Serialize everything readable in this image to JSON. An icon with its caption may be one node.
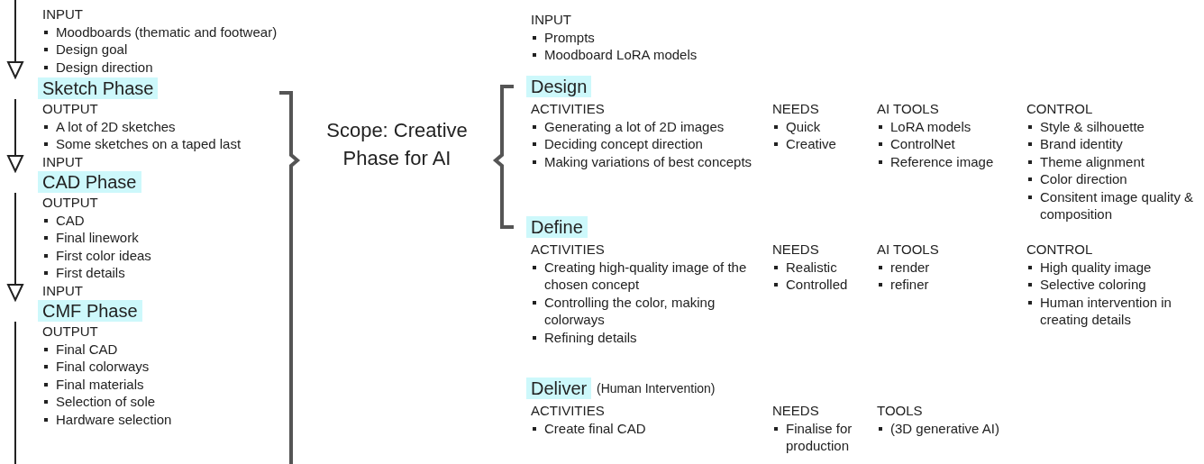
{
  "diagram": {
    "nodes": [
      {
        "text": [
          "Sketch Phase"
        ]
      },
      {
        "text": [
          "CAD Phase"
        ]
      },
      {
        "text": [
          "CMF Phase"
        ]
      },
      {
        "text": [
          "Design"
        ]
      },
      {
        "text": [
          "Define"
        ]
      },
      {
        "text": [
          "Deliver"
        ],
        "beside": [
          "(Human Intervention)"
        ]
      }
    ],
    "edges": [
      {
        "from": null,
        "to": 0,
        "arrow": "to"
      },
      {
        "from": 0,
        "to": 1,
        "arrow": "to"
      },
      {
        "from": 1,
        "to": 2,
        "arrow": "to"
      },
      {
        "from": 2,
        "to": null,
        "arrow": "none"
      }
    ],
    "labels": [
      "INPUT",
      "Moodboards (thematic and footwear)",
      "Design goal",
      "Design direction",
      "OUTPUT",
      "A lot of 2D sketches",
      "Some sketches on a taped last",
      "INPUT",
      "OUTPUT",
      "CAD",
      "Final linework",
      "First color ideas",
      "First details",
      "INPUT",
      "OUTPUT",
      "Final CAD",
      "Final colorways",
      "Final materials",
      "Selection of sole",
      "Hardware selection",
      "Scope: Creative Phase for AI",
      "INPUT",
      "Prompts",
      "Moodboard LoRA models",
      "ACTIVITIES",
      "Generating a lot of 2D images",
      "Deciding concept direction",
      "Making variations of best concepts",
      "NEEDS",
      "Quick",
      "Creative",
      "AI TOOLS",
      "LoRA models",
      "ControlNet",
      "Reference image",
      "CONTROL",
      "Style & silhouette",
      "Brand identity",
      "Theme alignment",
      "Color direction",
      "Consitent image quality & composition",
      "ACTIVITIES",
      "Creating high-quality image of the chosen concept",
      "Controlling the color, making colorways",
      "Refining details",
      "NEEDS",
      "Realistic",
      "Controlled",
      "AI TOOLS",
      "render",
      "refiner",
      "CONTROL",
      "High quality image",
      "Selective coloring",
      "Human intervention in creating details",
      "ACTIVITIES",
      "Create final CAD",
      "NEEDS",
      "Finalise for production",
      "TOOLS",
      "(3D generative AI)"
    ]
  }
}
